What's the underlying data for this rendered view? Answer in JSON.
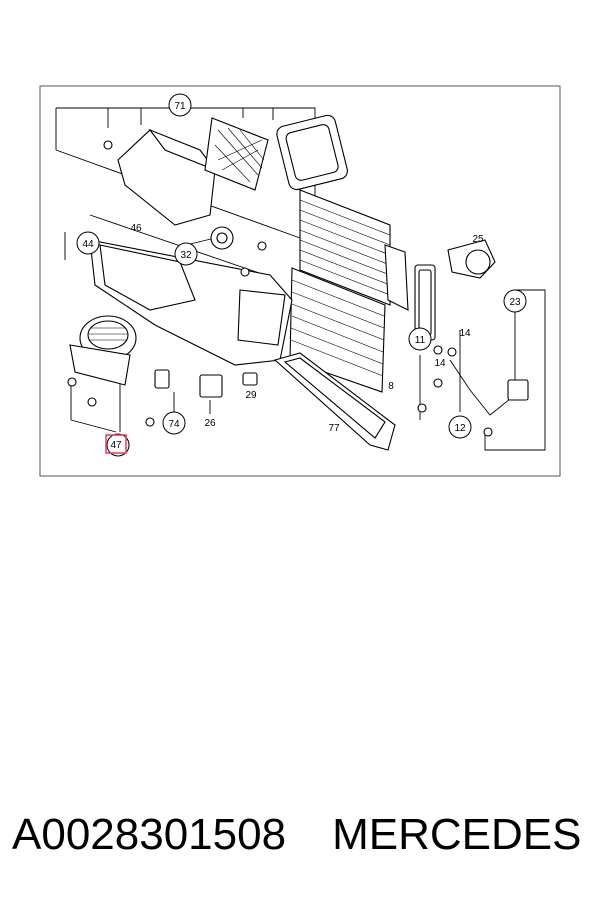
{
  "diagram": {
    "callouts": [
      "71",
      "44",
      "32",
      "47",
      "74",
      "26",
      "29",
      "77",
      "8",
      "11",
      "12",
      "23",
      "25"
    ],
    "plain_labels": [
      "46",
      "14",
      "14"
    ],
    "highlighted_callout": "47",
    "highlight_color": "#e0405a"
  },
  "caption": {
    "part_number": "A0028301508",
    "brand": "MERCEDES"
  }
}
